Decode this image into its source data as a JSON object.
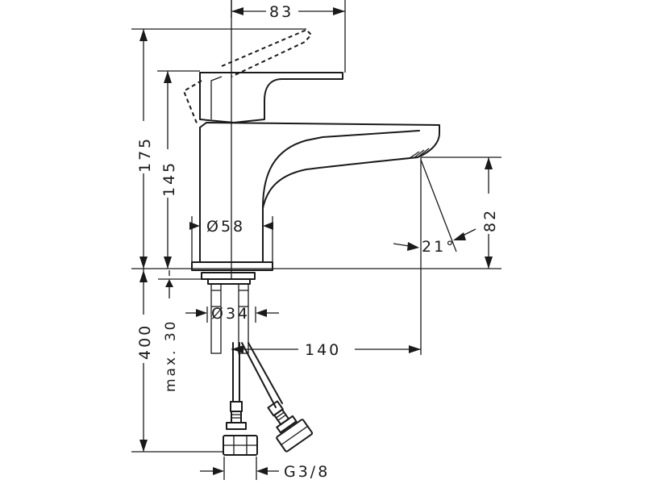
{
  "drawing": {
    "dimensions": {
      "width_83": "83",
      "height_175": "175",
      "height_145": "145",
      "diameter_58": "Ø58",
      "spout_height_82": "82",
      "angle_21": "21°",
      "diameter_34": "Ø34",
      "max_30": "max. 30",
      "length_400": "400",
      "reach_140": "140",
      "thread_g38": "G3/8"
    }
  }
}
